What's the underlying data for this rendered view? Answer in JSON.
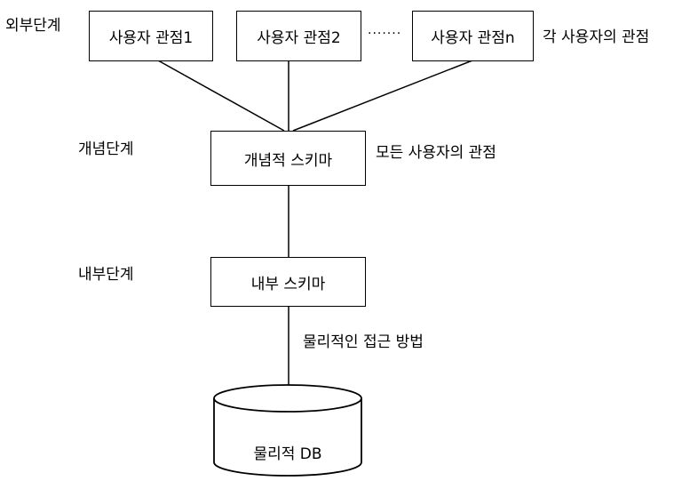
{
  "levels": {
    "external": "외부단계",
    "conceptual": "개념단계",
    "internal": "내부단계"
  },
  "user_views": [
    "사용자 관점1",
    "사용자 관점2",
    "사용자 관점n"
  ],
  "ellipsis": "·······",
  "notes": {
    "each_user_view": "각 사용자의 관점",
    "all_user_view": "모든 사용자의 관점",
    "physical_access": "물리적인 접근 방법"
  },
  "schemas": {
    "conceptual": "개념적 스키마",
    "internal": "내부 스키마"
  },
  "database": "물리적 DB"
}
